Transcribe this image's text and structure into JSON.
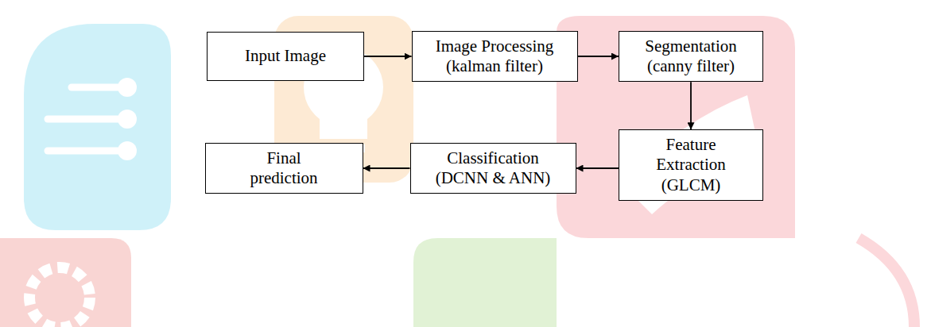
{
  "diagram": {
    "nodes": [
      {
        "text": [
          "Input Image"
        ]
      },
      {
        "text": [
          "Image Processing (kalman filter)"
        ]
      },
      {
        "text": [
          "Segmentation (canny filter)"
        ]
      },
      {
        "text": [
          "Feature Extraction (GLCM)"
        ]
      },
      {
        "text": [
          "Classification (DCNN & ANN)"
        ]
      },
      {
        "text": [
          "Final prediction"
        ]
      }
    ],
    "edges": [
      {
        "from": 0,
        "to": 1,
        "arrow": "to"
      },
      {
        "from": 1,
        "to": 2,
        "arrow": "to"
      },
      {
        "from": 2,
        "to": 3,
        "arrow": "to"
      },
      {
        "from": 3,
        "to": 4,
        "arrow": "to"
      },
      {
        "from": 4,
        "to": 5,
        "arrow": "to"
      }
    ]
  }
}
